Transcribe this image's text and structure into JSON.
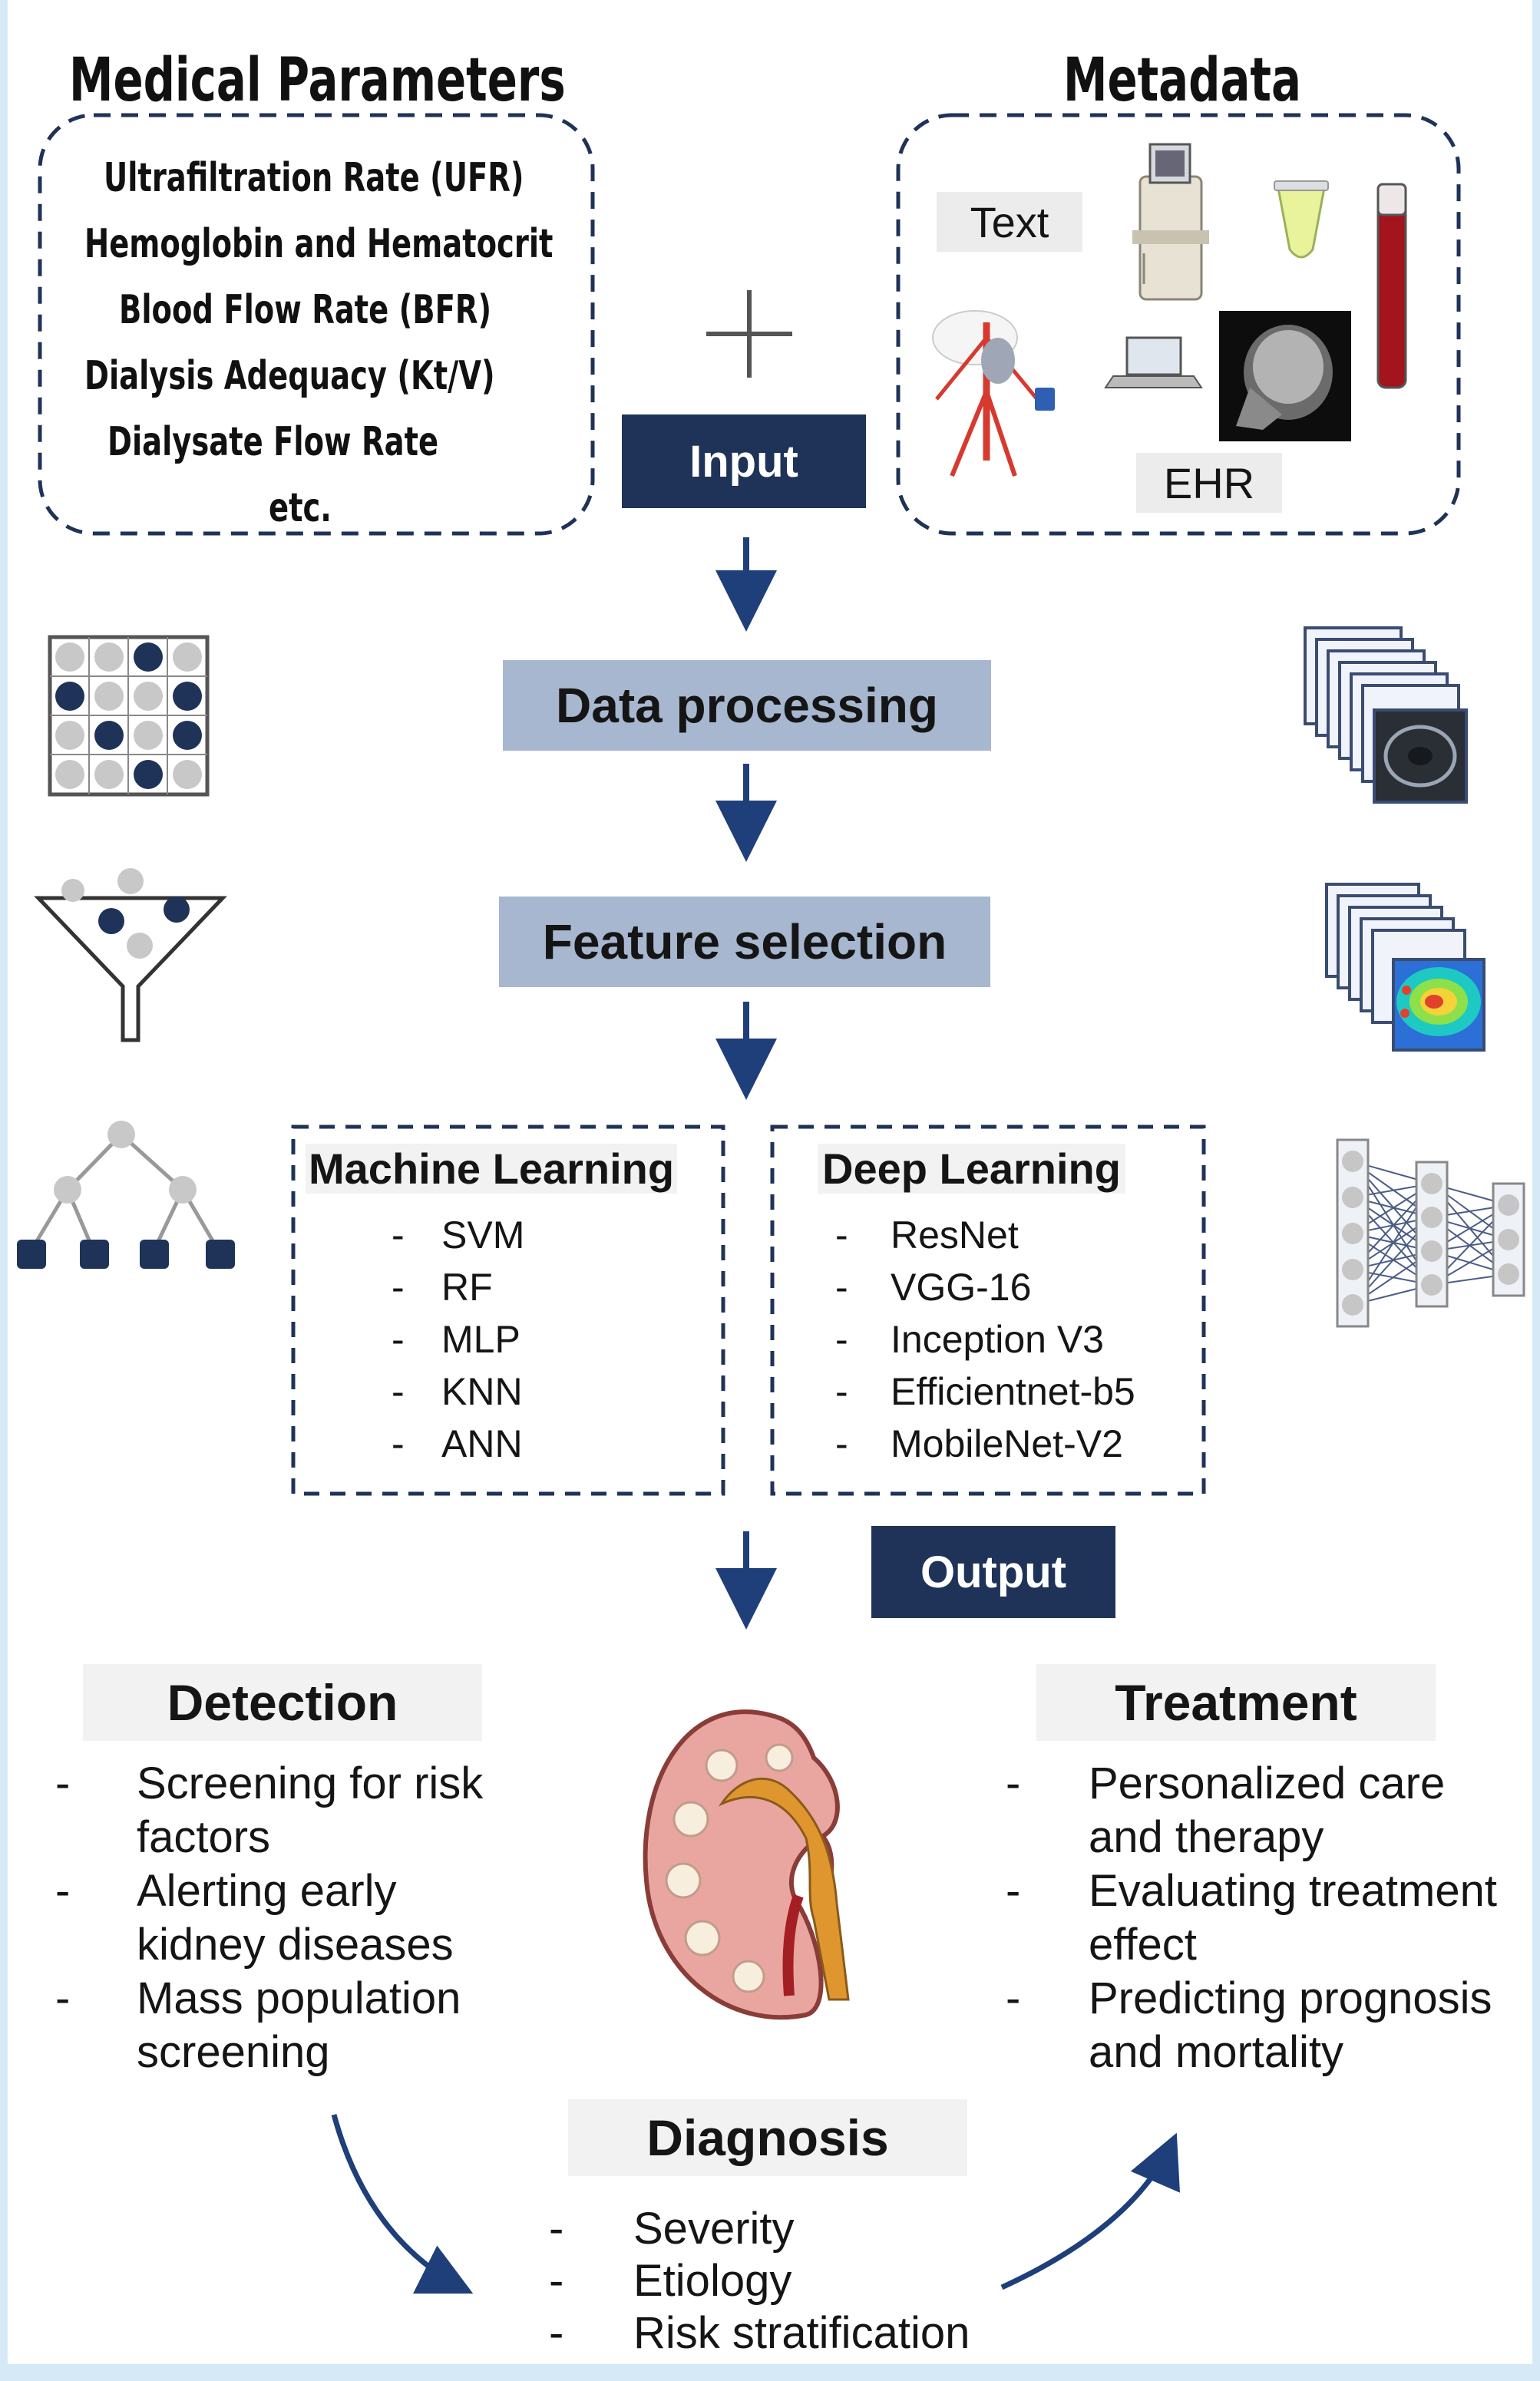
{
  "medical": {
    "title": "Medical Parameters",
    "items": [
      "Ultrafiltration Rate (UFR)",
      "Hemoglobin and Hematocrit",
      "Blood Flow Rate (BFR)",
      "Dialysis Adequacy (Kt/V)",
      "Dialysate Flow Rate",
      "etc."
    ]
  },
  "plus_sign": "+",
  "metadata": {
    "title": "Metadata",
    "text_label": "Text",
    "ehr_label": "EHR"
  },
  "flow": {
    "input": "Input",
    "data_processing": "Data processing",
    "feature_selection": "Feature selection",
    "output": "Output"
  },
  "models": {
    "ml_title": "Machine Learning",
    "ml_items": [
      "SVM",
      "RF",
      "MLP",
      "KNN",
      "ANN"
    ],
    "dl_title": "Deep Learning",
    "dl_items": [
      "ResNet",
      "VGG-16",
      "Inception V3",
      "Efficientnet-b5",
      "MobileNet-V2"
    ],
    "dash": "-"
  },
  "detection": {
    "title": "Detection",
    "items": [
      [
        "Screening  for risk",
        "factors"
      ],
      [
        "Alerting early",
        "kidney diseases"
      ],
      [
        "Mass population",
        "screening"
      ]
    ]
  },
  "treatment": {
    "title": "Treatment",
    "items": [
      [
        "Personalized care",
        "and therapy"
      ],
      [
        "Evaluating treatment",
        "effect"
      ],
      [
        "Predicting prognosis",
        "and mortality"
      ]
    ]
  },
  "diagnosis": {
    "title": "Diagnosis",
    "items": [
      "Severity",
      "Etiology",
      "Risk stratification"
    ]
  },
  "colors": {
    "navy": "#1f3358",
    "step_fill": "#a7b7cf",
    "arrow": "#1f3f7a",
    "dot_dark": "#1f3358",
    "dot_light": "#c8c8c8",
    "kidney_cortex": "#e9a6a0",
    "kidney_pelvis": "#e0962e"
  }
}
